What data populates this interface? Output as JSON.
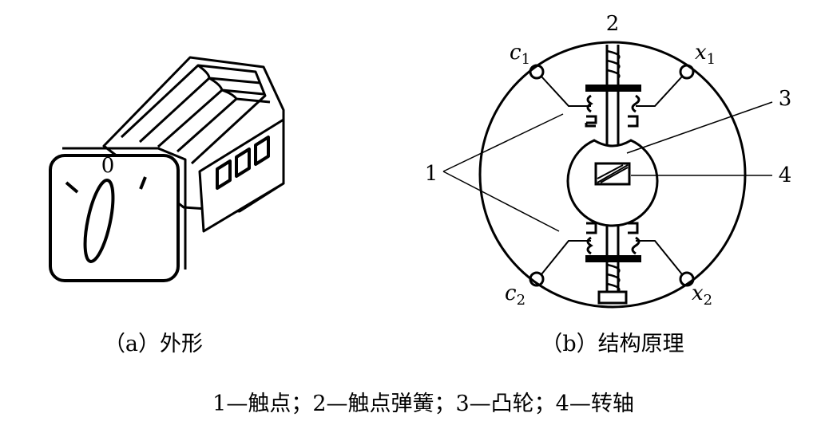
{
  "captions": {
    "a": "（a）外形",
    "b": "（b）结构原理",
    "legend": "1—触点；2—触点弹簧；3—凸轮；4—转轴"
  },
  "dial": {
    "zero_mark": "0"
  },
  "diagram_b": {
    "callouts": {
      "n1": "1",
      "n2": "2",
      "n3": "3",
      "n4": "4"
    },
    "terminals": {
      "c1": {
        "base": "c",
        "sub": "1"
      },
      "x1": {
        "base": "x",
        "sub": "1"
      },
      "c2": {
        "base": "c",
        "sub": "2"
      },
      "x2": {
        "base": "x",
        "sub": "2"
      }
    }
  }
}
